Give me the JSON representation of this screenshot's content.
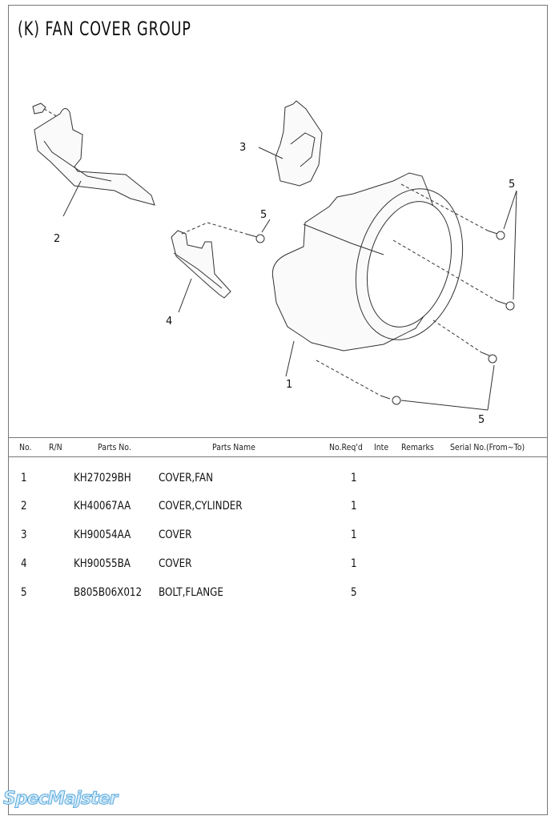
{
  "page": {
    "title": "(K) FAN COVER GROUP",
    "watermark": "SpecMajster"
  },
  "diagram": {
    "callouts": [
      "1",
      "2",
      "3",
      "4",
      "5",
      "5",
      "5"
    ]
  },
  "table": {
    "headers": {
      "no": "No.",
      "rn": "R/N",
      "parts_no": "Parts No.",
      "parts_name": "Parts Name",
      "qty": "No.Req'd",
      "inte": "Inte",
      "remarks": "Remarks",
      "serial": "Serial No.(From~To)"
    },
    "rows": [
      {
        "no": "1",
        "parts_no": "KH27029BH",
        "parts_name": "COVER,FAN",
        "qty": "1"
      },
      {
        "no": "2",
        "parts_no": "KH40067AA",
        "parts_name": "COVER,CYLINDER",
        "qty": "1"
      },
      {
        "no": "3",
        "parts_no": "KH90054AA",
        "parts_name": "COVER",
        "qty": "1"
      },
      {
        "no": "4",
        "parts_no": "KH90055BA",
        "parts_name": "COVER",
        "qty": "1"
      },
      {
        "no": "5",
        "parts_no": "B805B06X012",
        "parts_name": "BOLT,FLANGE",
        "qty": "5"
      }
    ]
  }
}
